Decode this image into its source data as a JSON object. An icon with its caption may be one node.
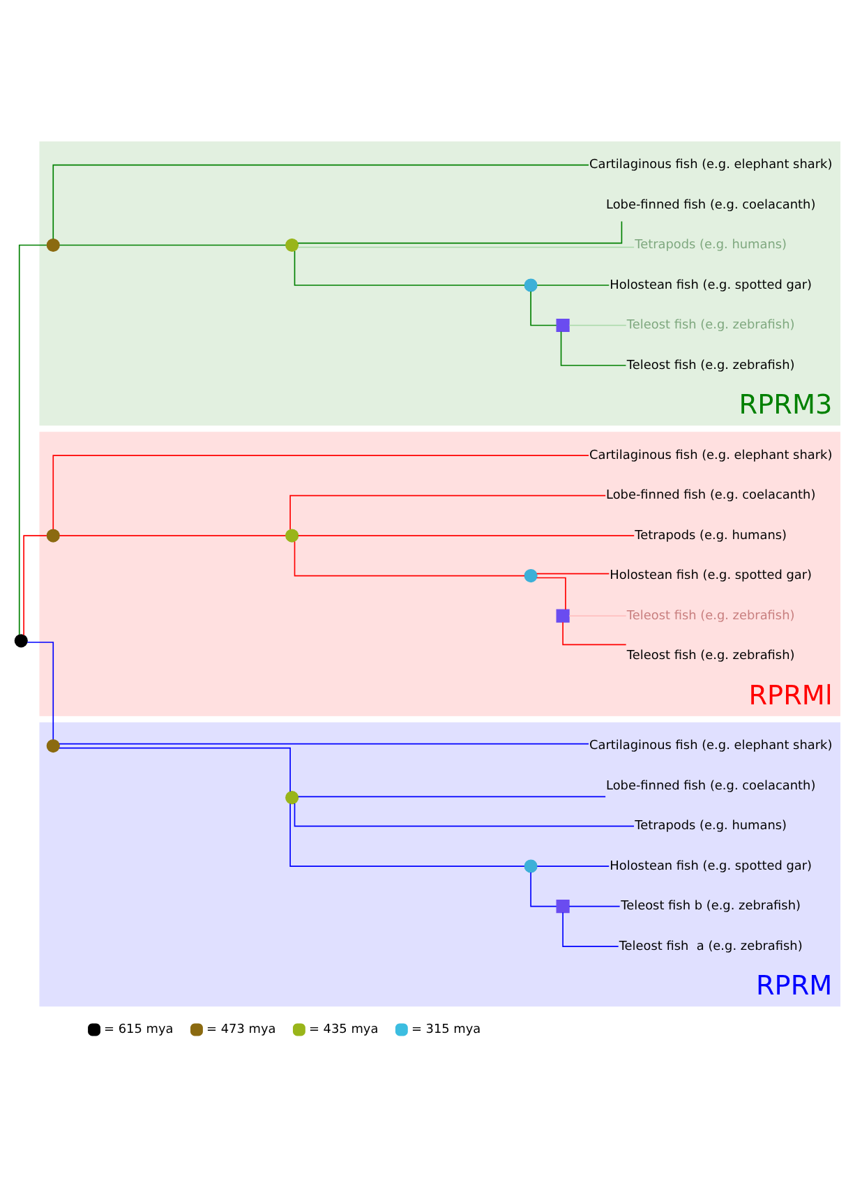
{
  "diagram": {
    "nodes": [
      {
        "text": [
          "RPRM3"
        ]
      },
      {
        "text": [],
        "shape": "box",
        "in": 0
      },
      {
        "text": [
          "Teleost fish (e.g. zebrafish)"
        ],
        "in": 0
      },
      {
        "text": [
          "Teleost fish (e.g. zebrafish)"
        ],
        "in": 0
      },
      {
        "text": [],
        "shape": "circle",
        "in": 0
      },
      {
        "text": [
          "Holostean fish (e.g. spotted gar)"
        ],
        "in": 0
      },
      {
        "text": [],
        "shape": "circle",
        "in": 0
      },
      {
        "text": [
          "Tetrapods (e.g. humans)"
        ],
        "in": 0
      },
      {
        "text": [
          "Lobe-finned fish (e.g. coelacanth)"
        ],
        "in": 0
      },
      {
        "text": [],
        "shape": "circle",
        "in": 0
      },
      {
        "text": [
          "Cartilaginous fish (e.g. elephant shark)"
        ],
        "in": 0
      },
      {
        "text": [],
        "shape": "circle"
      },
      {
        "text": [
          "RPRMl"
        ]
      },
      {
        "text": [],
        "shape": "box",
        "in": 12
      },
      {
        "text": [
          "Teleost fish (e.g. zebrafish)"
        ],
        "in": 12
      },
      {
        "text": [
          "Teleost fish (e.g. zebrafish)"
        ],
        "in": 12
      },
      {
        "text": [],
        "shape": "circle",
        "in": 12
      },
      {
        "text": [
          "Holostean fish (e.g. spotted gar)"
        ],
        "in": 12
      },
      {
        "text": [],
        "shape": "circle",
        "in": 12
      },
      {
        "text": [
          "Tetrapods (e.g. humans)"
        ],
        "in": 12
      },
      {
        "text": [
          "Lobe-finned fish (e.g. coelacanth)"
        ],
        "in": 12
      },
      {
        "text": [],
        "shape": "circle",
        "in": 12
      },
      {
        "text": [
          "Cartilaginous fish (e.g. elephant shark)"
        ],
        "in": 12
      },
      {
        "text": [
          "RPRM"
        ]
      },
      {
        "text": [],
        "shape": "box",
        "in": 23
      },
      {
        "text": [
          "Teleost fish  a (e.g. zebrafish)"
        ],
        "in": 23
      },
      {
        "text": [
          "Teleost fish b (e.g. zebrafish)"
        ],
        "in": 23
      },
      {
        "text": [],
        "shape": "circle",
        "in": 23
      },
      {
        "text": [
          "Holostean fish (e.g. spotted gar)"
        ],
        "in": 23
      },
      {
        "text": [],
        "shape": "circle",
        "in": 23
      },
      {
        "text": [
          "Tetrapods (e.g. humans)"
        ],
        "in": 23
      },
      {
        "text": [
          "Lobe-finned fish (e.g. coelacanth)"
        ],
        "in": 23
      },
      {
        "text": [],
        "shape": "circle",
        "in": 23
      },
      {
        "text": [
          "Cartilaginous fish (e.g. elephant shark)"
        ],
        "in": 23
      }
    ],
    "edges": [
      {
        "from": 11,
        "to": 9,
        "arrow": "none",
        "color": "#008000"
      },
      {
        "from": 11,
        "to": 21,
        "arrow": "none",
        "color": "#ff0000"
      },
      {
        "from": 11,
        "to": 32,
        "arrow": "none",
        "color": "#0000ff"
      },
      {
        "from": 9,
        "to": 6,
        "arrow": "none",
        "color": "#008000"
      },
      {
        "from": 9,
        "to": 10,
        "arrow": "none",
        "color": "#008000"
      },
      {
        "from": 6,
        "to": 4,
        "arrow": "none",
        "color": "#008000"
      },
      {
        "from": 6,
        "to": 7,
        "arrow": "none",
        "color": "#a8d8a8"
      },
      {
        "from": 6,
        "to": 8,
        "arrow": "none",
        "color": "#008000"
      },
      {
        "from": 4,
        "to": 1,
        "arrow": "none",
        "color": "#008000"
      },
      {
        "from": 4,
        "to": 5,
        "arrow": "none",
        "color": "#008000"
      },
      {
        "from": 1,
        "to": 2,
        "arrow": "none",
        "color": "#008000"
      },
      {
        "from": 1,
        "to": 3,
        "arrow": "none",
        "color": "#a8d8a8"
      },
      {
        "from": 21,
        "to": 18,
        "arrow": "none",
        "color": "#ff0000"
      },
      {
        "from": 21,
        "to": 22,
        "arrow": "none",
        "color": "#ff0000"
      },
      {
        "from": 18,
        "to": 16,
        "arrow": "none",
        "color": "#ff0000"
      },
      {
        "from": 18,
        "to": 19,
        "arrow": "none",
        "color": "#ff0000"
      },
      {
        "from": 18,
        "to": 20,
        "arrow": "none",
        "color": "#ff0000"
      },
      {
        "from": 16,
        "to": 13,
        "arrow": "none",
        "color": "#ff0000"
      },
      {
        "from": 16,
        "to": 17,
        "arrow": "none",
        "color": "#ff0000"
      },
      {
        "from": 13,
        "to": 14,
        "arrow": "none",
        "color": "#ff0000"
      },
      {
        "from": 13,
        "to": 15,
        "arrow": "none",
        "color": "#ffc0c0"
      },
      {
        "from": 32,
        "to": 29,
        "arrow": "none",
        "color": "#0000ff"
      },
      {
        "from": 32,
        "to": 33,
        "arrow": "none",
        "color": "#0000ff"
      },
      {
        "from": 29,
        "to": 27,
        "arrow": "none",
        "color": "#0000ff"
      },
      {
        "from": 29,
        "to": 30,
        "arrow": "none",
        "color": "#0000ff"
      },
      {
        "from": 29,
        "to": 31,
        "arrow": "none",
        "color": "#0000ff"
      },
      {
        "from": 27,
        "to": 24,
        "arrow": "none",
        "color": "#0000ff"
      },
      {
        "from": 27,
        "to": 28,
        "arrow": "none",
        "color": "#0000ff"
      },
      {
        "from": 24,
        "to": 25,
        "arrow": "none",
        "color": "#0000ff"
      },
      {
        "from": 24,
        "to": 26,
        "arrow": "none",
        "color": "#0000ff"
      }
    ],
    "legend": [
      {
        "text": "= 615 mya",
        "color": "#000000"
      },
      {
        "text": "= 473 mya",
        "color": "#8b6a10"
      },
      {
        "text": "= 435 mya",
        "color": "#99b51a"
      },
      {
        "text": "= 315 mya",
        "color": "#3cbde0"
      }
    ]
  }
}
